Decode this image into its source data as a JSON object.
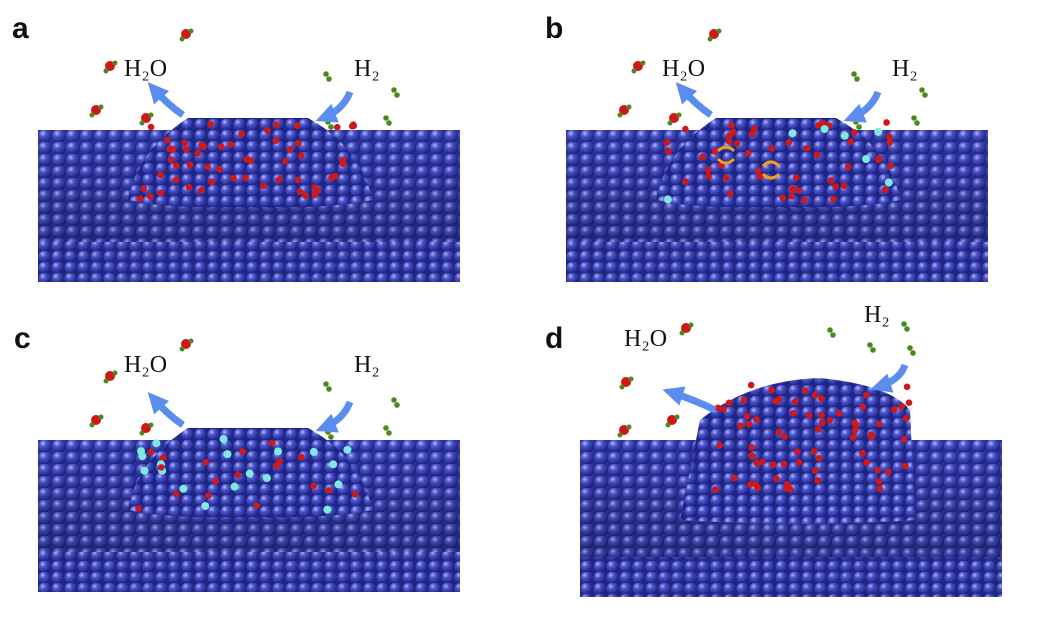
{
  "figure": {
    "panels": [
      {
        "label": "a",
        "water_label": "H₂O",
        "hydrogen_label": "H₂"
      },
      {
        "label": "b",
        "water_label": "H₂O",
        "hydrogen_label": "H₂"
      },
      {
        "label": "c",
        "water_label": "H₂O",
        "hydrogen_label": "H₂"
      },
      {
        "label": "d",
        "water_label": "H₂O",
        "hydrogen_label": "H₂"
      }
    ],
    "colors": {
      "metal_atom": "#3b44b8",
      "oxygen_atom": "#d01818",
      "hydrogen_atom": "#4a8a1a",
      "vacancy_atom": "#7fe8e0",
      "flow_arrow": "#5b8def",
      "exchange_arrow": "#f0a020"
    }
  }
}
